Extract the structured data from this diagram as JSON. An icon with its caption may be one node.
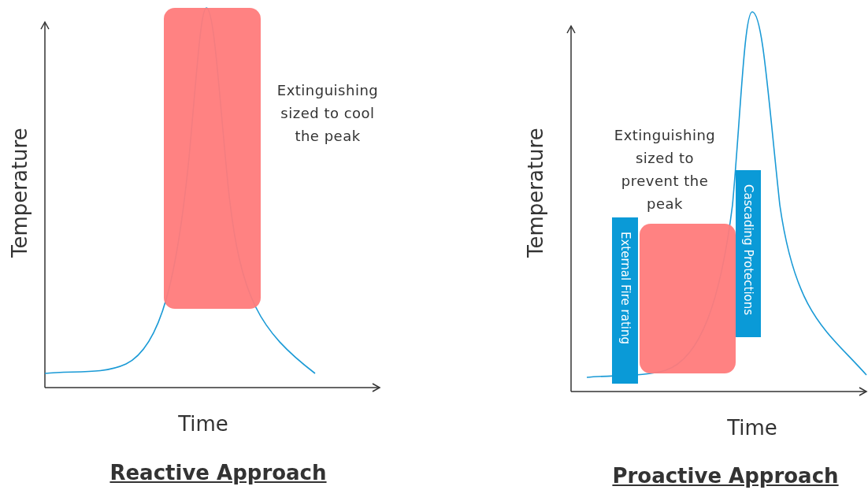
{
  "diagram": {
    "nodes": [
      {
        "text": [],
        "shape": "box"
      },
      {
        "text": [],
        "shape": "box"
      },
      {
        "text": [
          "External Fire rating"
        ]
      },
      {
        "text": [
          "Cascading Protections"
        ]
      }
    ],
    "labels": [
      "Temperature",
      "Extinguishing sized to cool the peak",
      "Time",
      "Reactive Approach",
      "Temperature",
      "Extinguishing sized to prevent the peak",
      "Time",
      "Proactive Approach"
    ]
  }
}
